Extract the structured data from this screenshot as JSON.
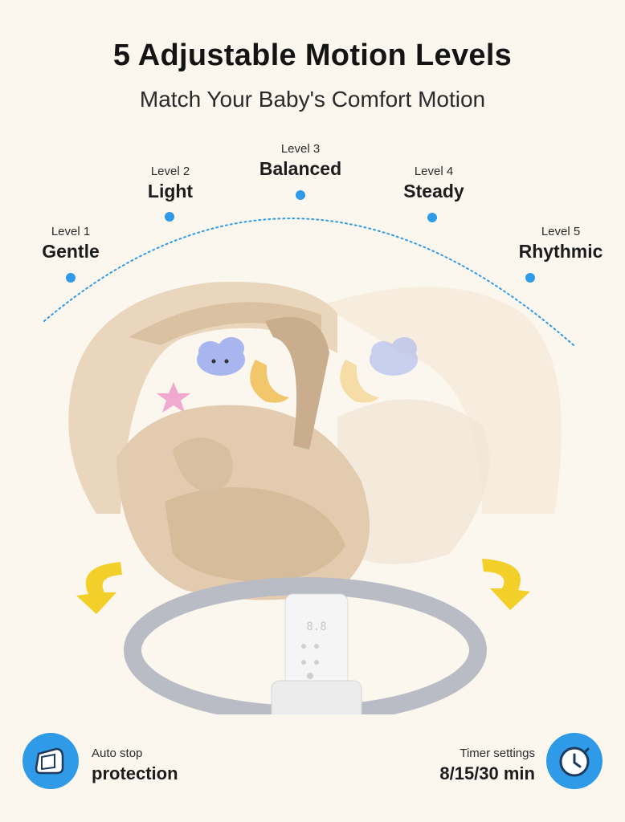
{
  "header": {
    "title": "5 Adjustable Motion Levels",
    "subtitle": "Match Your Baby's Comfort Motion"
  },
  "levels": [
    {
      "label": "Level 1",
      "name": "Gentle"
    },
    {
      "label": "Level 2",
      "name": "Light"
    },
    {
      "label": "Level 3",
      "name": "Balanced"
    },
    {
      "label": "Level 4",
      "name": "Steady"
    },
    {
      "label": "Level 5",
      "name": "Rhythmic"
    }
  ],
  "features": {
    "auto_stop": {
      "line1": "Auto stop",
      "line2": "protection",
      "icon": "pacifier-shield-icon"
    },
    "timer": {
      "line1": "Timer settings",
      "line2": "8/15/30 min",
      "icon": "timer-clock-icon"
    }
  },
  "colors": {
    "accent_blue": "#2f9ae8",
    "arrow_yellow": "#f3cf2a",
    "seat_beige": "#e8d4bb",
    "base_silver": "#b9bcc4"
  }
}
